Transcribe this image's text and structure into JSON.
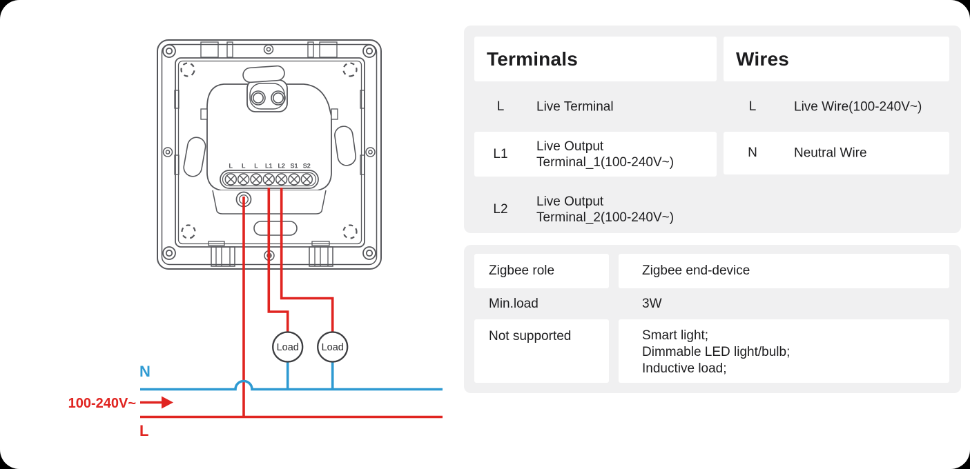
{
  "colors": {
    "card_bg": "#ffffff",
    "panel_bg": "#f0f0f1",
    "cell_bg": "#ffffff",
    "text": "#1c1c1e",
    "drawing_gray": "#55565a",
    "wire_red": "#e02420",
    "wire_blue": "#2e9ad2"
  },
  "diagram": {
    "terminal_labels": [
      "L",
      "L",
      "L",
      "L1",
      "L2",
      "S1",
      "S2"
    ],
    "loads": [
      "Load",
      "Load"
    ],
    "neutral_label": "N",
    "live_label": "L",
    "voltage_label": "100-240V~"
  },
  "terminals_table": {
    "terminals_header": "Terminals",
    "wires_header": "Wires",
    "terminals_rows": [
      {
        "key": "L",
        "lines": [
          "Live Terminal"
        ]
      },
      {
        "key": "L1",
        "lines": [
          "Live Output",
          "Terminal_1(100-240V~)"
        ]
      },
      {
        "key": "L2",
        "lines": [
          "Live Output",
          "Terminal_2(100-240V~)"
        ]
      }
    ],
    "wires_rows": [
      {
        "key": "L",
        "lines": [
          "Live Wire(100-240V~)"
        ]
      },
      {
        "key": "N",
        "lines": [
          "Neutral Wire"
        ]
      }
    ]
  },
  "specs_table": {
    "rows": [
      {
        "label": "Zigbee role",
        "lines": [
          "Zigbee end-device"
        ]
      },
      {
        "label": "Min.load",
        "lines": [
          "3W"
        ]
      },
      {
        "label": "Not supported",
        "lines": [
          "Smart light;",
          "Dimmable LED light/bulb;",
          "Inductive load;"
        ]
      }
    ]
  }
}
